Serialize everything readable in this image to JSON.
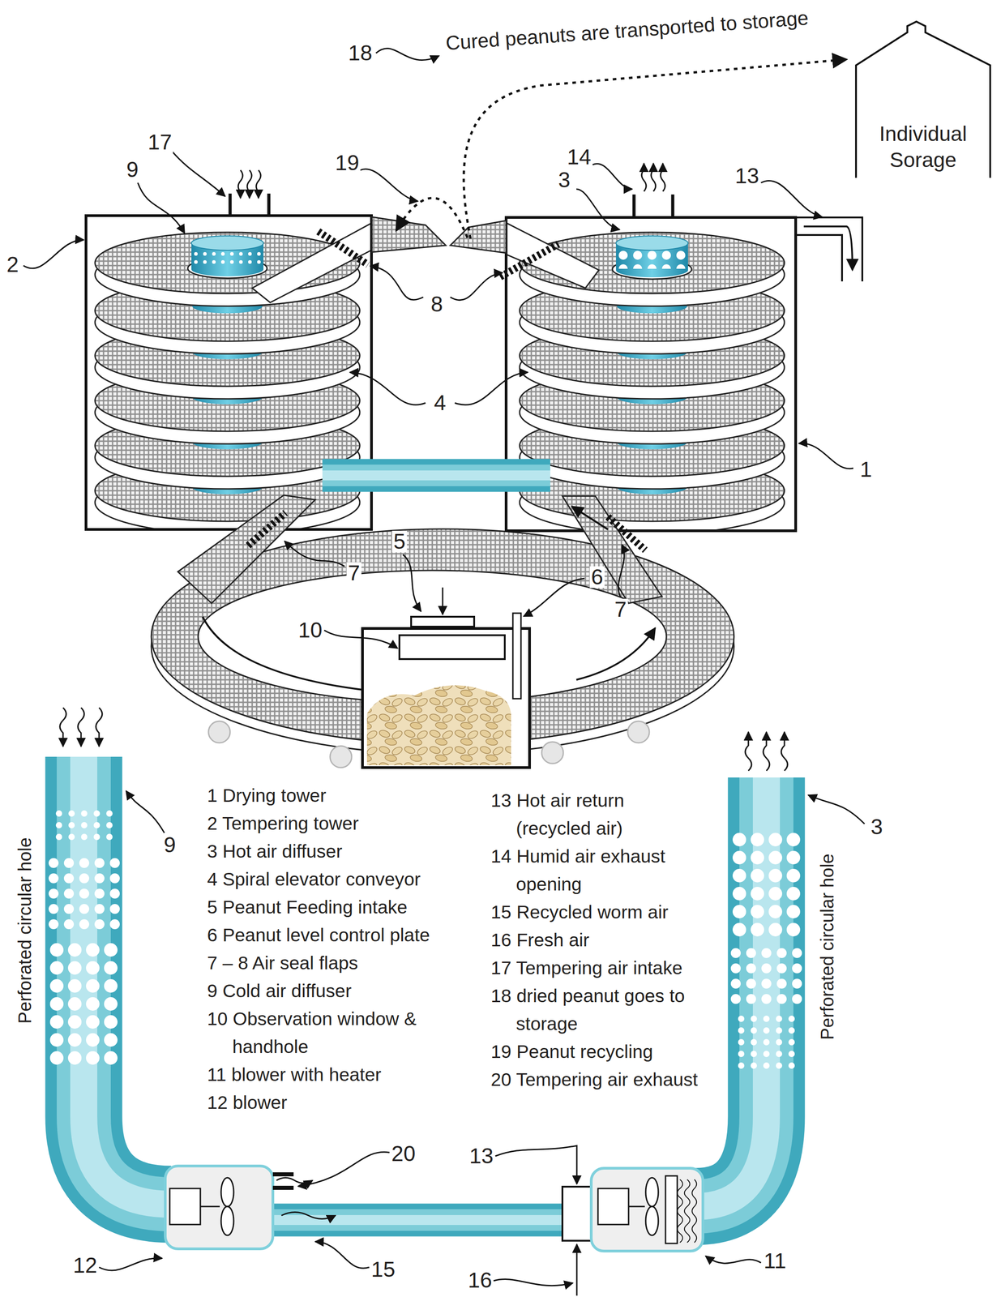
{
  "diagram": {
    "nodes": [
      {
        "text": [
          "Individual Sorage"
        ]
      }
    ],
    "labels": [
      "Cured peanuts are transported to storage",
      "18",
      "17",
      "9",
      "19",
      "14",
      "3",
      "13",
      "2",
      "8",
      "4",
      "1",
      "5",
      "6",
      "10",
      "7",
      "7",
      "Perforated circular hole",
      "9",
      "Perforated circular hole",
      "3",
      "1 Drying tower",
      "2 Tempering tower",
      "3 Hot air diffuser",
      "4 Spiral elevator conveyor",
      "5 Peanut Feeding intake",
      "6 Peanut level control plate",
      "7 – 8 Air seal flaps",
      "9 Cold air diffuser",
      "10 Observation window & handhole",
      "11 blower with heater",
      "12 blower",
      "13 Hot air return (recycled air)",
      "14 Humid air exhaust opening",
      "15 Recycled worm air",
      "16 Fresh air",
      "17 Tempering air intake",
      "18 dried peanut goes to storage",
      "19 Peanut recycling",
      "20 Tempering air exhaust",
      "20",
      "13",
      "12",
      "15",
      "16",
      "11"
    ]
  }
}
